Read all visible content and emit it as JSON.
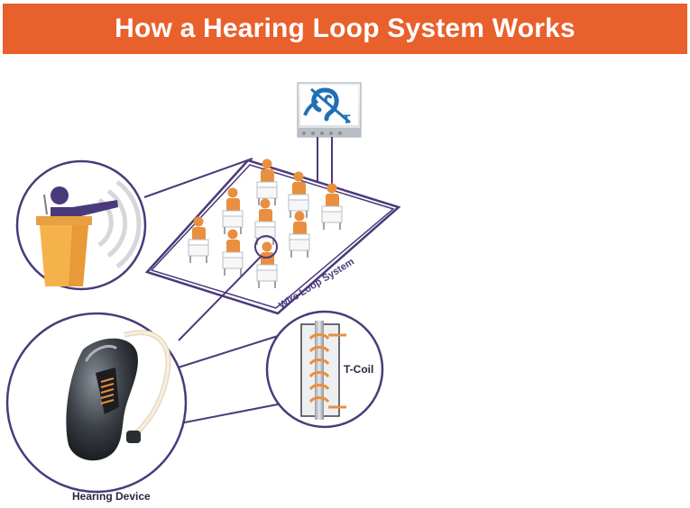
{
  "header": {
    "title": "How a Hearing Loop System Works"
  },
  "labels": {
    "wire_loop": "Wire Loop System",
    "tcoil": "T-Coil",
    "device": "Hearing Device",
    "sign_letter": "T"
  },
  "colors": {
    "banner": "#e8602c",
    "loop_wire": "#4b3a7a",
    "chair": "#e98f3f",
    "sign_blue": "#1f6fb5",
    "podium": "#f6b24a"
  },
  "icons": {
    "sign": "hearing-loop-ear-icon",
    "speaker": "speaker-at-podium-icon",
    "device": "hearing-aid-icon",
    "coil": "telecoil-icon"
  }
}
